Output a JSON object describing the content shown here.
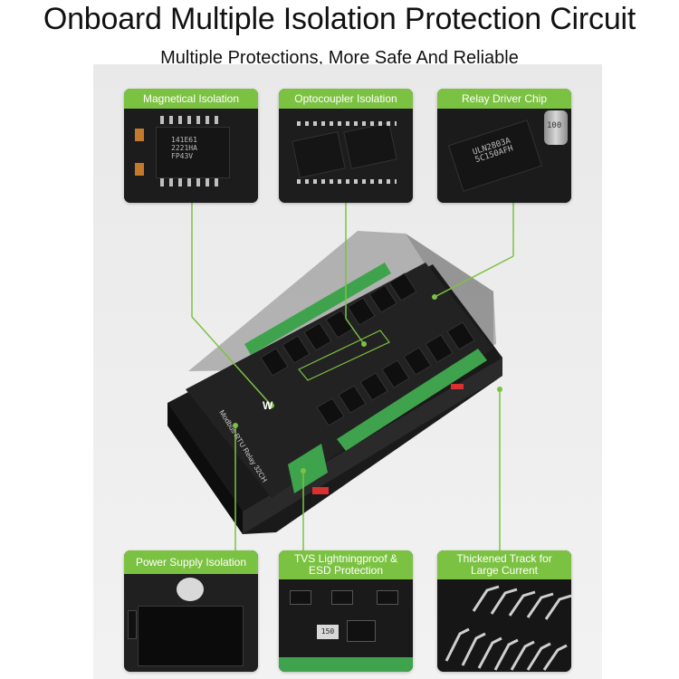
{
  "header": {
    "title": "Onboard Multiple Isolation Protection Circuit",
    "subtitle": "Multiple Protections, More Safe And Reliable"
  },
  "callouts": {
    "magnetic": {
      "label": "Magnetical Isolation",
      "chip_lines": [
        "141E61",
        "2221HA",
        "FP43V"
      ]
    },
    "optocoupler": {
      "label": "Optocoupler Isolation"
    },
    "relay_driver": {
      "label": "Relay Driver Chip",
      "chip_lines": [
        "ULN2803A",
        "5C150AFH"
      ],
      "cap_text": "100"
    },
    "power_supply": {
      "label": "Power Supply Isolation"
    },
    "tvs": {
      "label_line1": "TVS Lightningproof &",
      "label_line2": "ESD Protection",
      "part_text": "150"
    },
    "thickened": {
      "label_line1": "Thickened Track for",
      "label_line2": "Large Current"
    }
  },
  "board": {
    "silkscreen": "Modbus RTU Relay 32CH",
    "logo": "W"
  },
  "colors": {
    "accent_green": "#7cc242",
    "pcb": "#1b1b1b",
    "terminal_green": "#3fa34d",
    "relay_black": "#101010",
    "rail_grey": "#a9a9a9"
  }
}
